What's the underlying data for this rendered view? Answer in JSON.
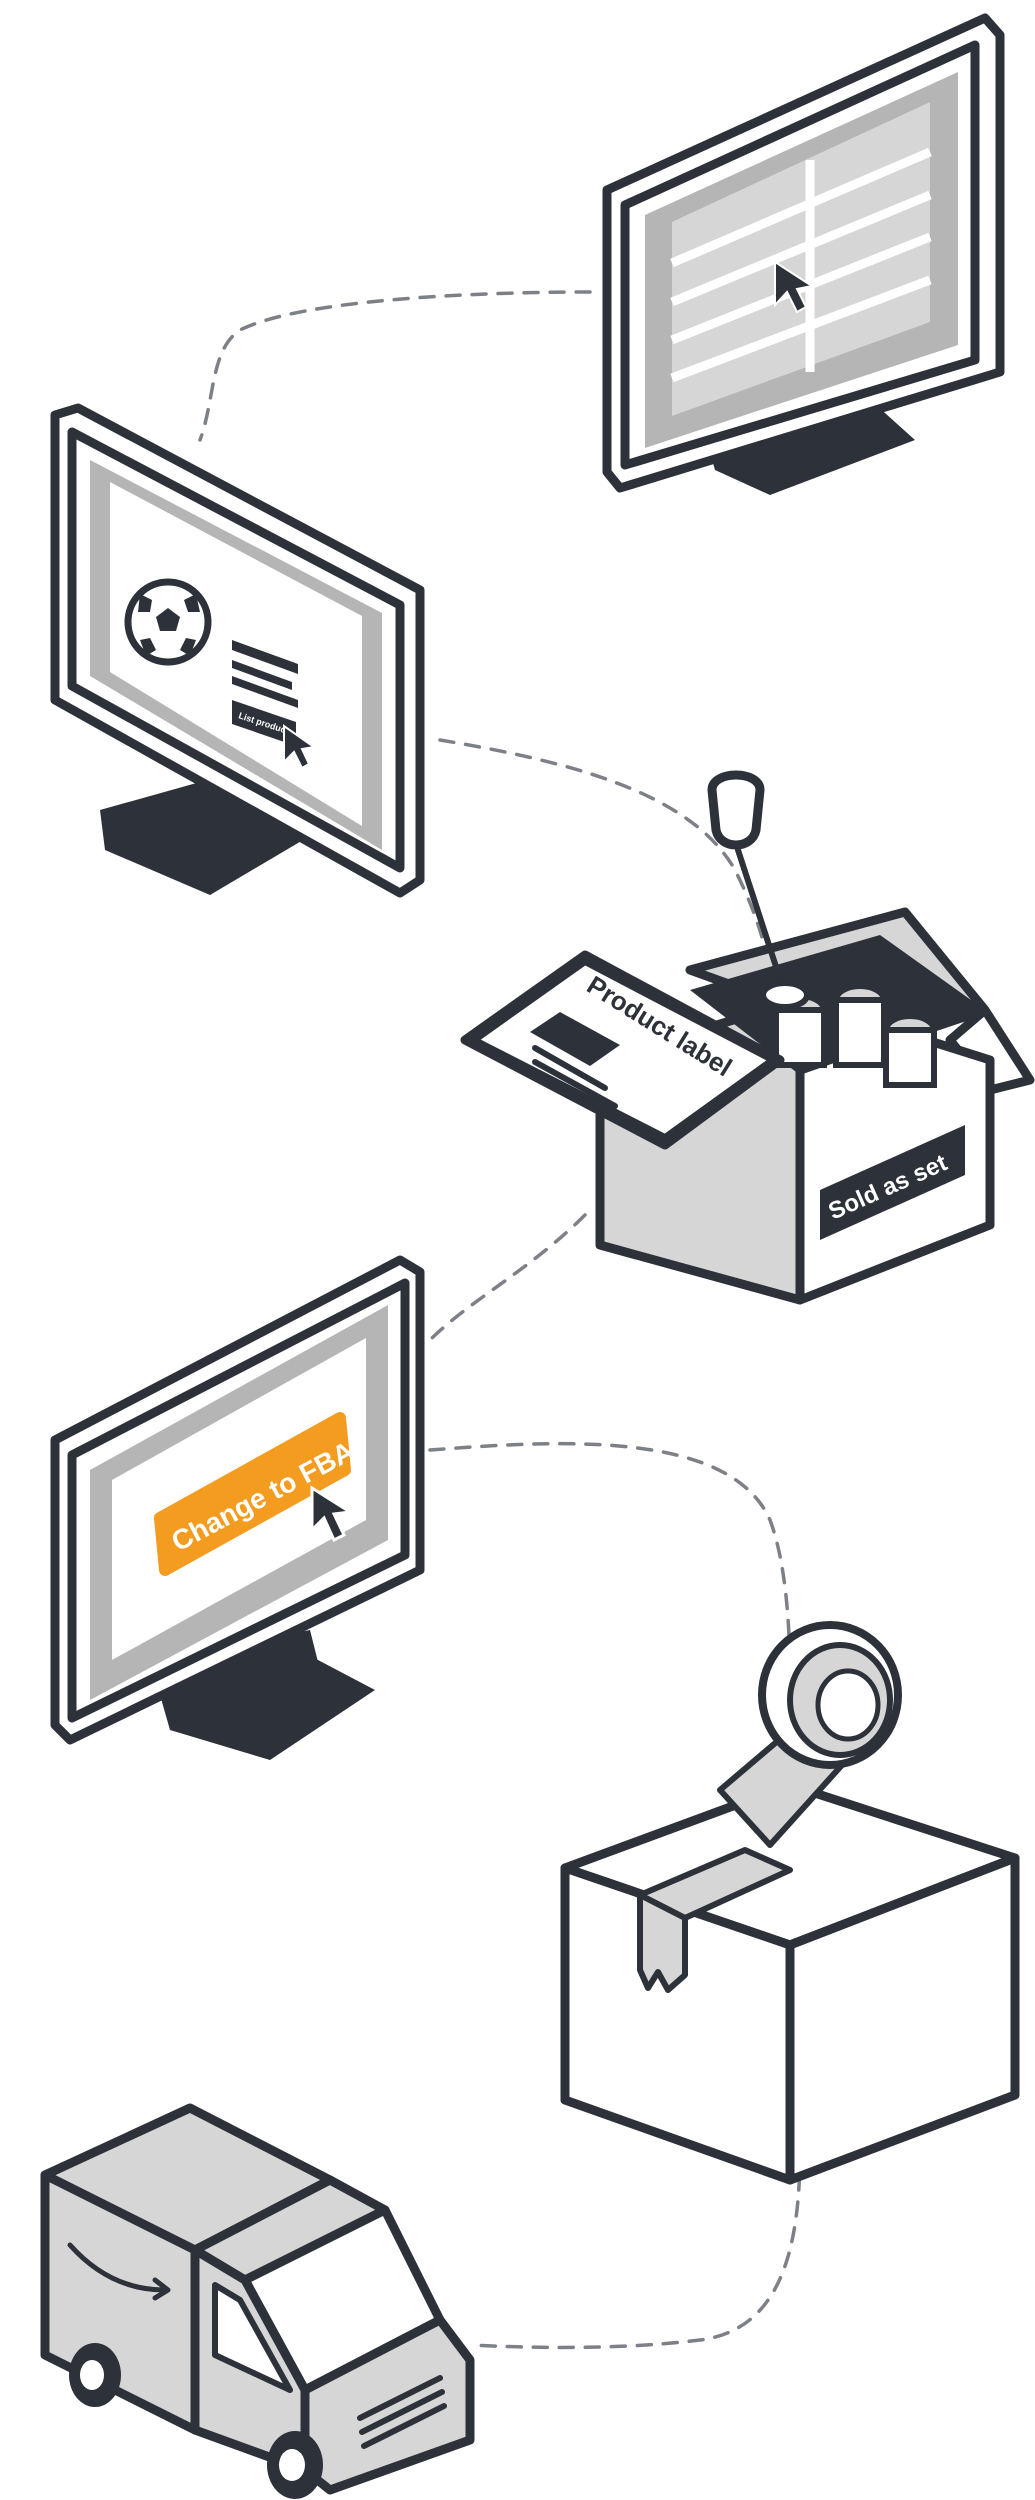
{
  "labels": {
    "product_label": "Product label",
    "sold_as_set": "Sold as set",
    "change_to_fba": "Change to FBA",
    "list_product_button": "List product"
  },
  "colors": {
    "outline": "#2d3139",
    "screen_gray": "#b5b5b5",
    "panel_light": "#d6d6d6",
    "accent_orange": "#f39c1f",
    "path_dash": "#7d8087"
  },
  "icons": [
    "monitor-icon",
    "cursor-icon",
    "soccer-ball-icon",
    "box-icon",
    "wine-glass-icon",
    "tape-roll-icon",
    "delivery-van-icon",
    "smile-logo-icon"
  ]
}
